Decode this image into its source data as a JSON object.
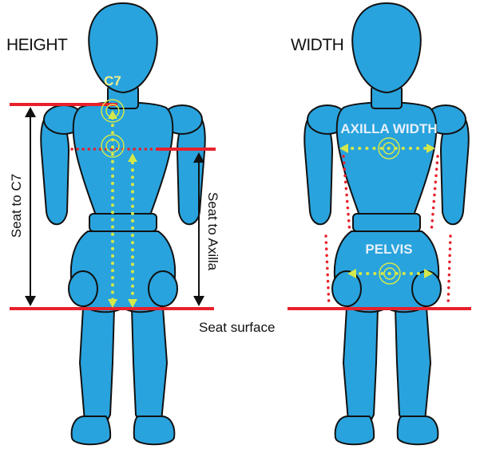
{
  "labels": {
    "height": "HEIGHT",
    "width": "WIDTH",
    "c7": "C7",
    "seat_to_c7": "Seat to C7",
    "seat_to_axilla": "Seat to Axilla",
    "seat_surface": "Seat surface",
    "axilla_width": "AXILLA WIDTH",
    "pelvis": "PELVIS"
  },
  "colors": {
    "figure": "#29a3dd",
    "outline": "#111111",
    "reference_line": "#e8212b",
    "guide": "#d4e84a",
    "label_light": "#e6f0fa",
    "c7_label": "#f2f08c"
  }
}
